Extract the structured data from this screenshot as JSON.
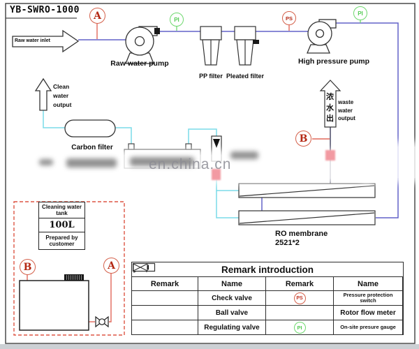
{
  "title": "YB-SWRO-1000",
  "watermark": "en.china.cn",
  "colors": {
    "pipe_blue": "#6262c8",
    "pipe_cyan": "#7adce8",
    "circuit_red": "#e0685a",
    "marker_red": "#c03020",
    "marker_green": "#55cc55",
    "valve_pink": "#f29aa2",
    "concentrate_line": "#3c3c5a"
  },
  "markers": {
    "a": "A",
    "b": "B",
    "ps": "PS",
    "pi": "PI"
  },
  "components": {
    "raw_water_inlet": "Raw water inlet",
    "raw_water_pump": "Raw water pump",
    "pp_filter": "PP filter",
    "pleated_filter": "Pleated filter",
    "high_pressure_pump": "High pressure pump",
    "carbon_filter": "Carbon filter",
    "ro_membrane_name": "RO membrane",
    "ro_membrane_spec": "2521*2"
  },
  "clean_water_output": {
    "line1": "Clean",
    "line2": "water",
    "line3": "output"
  },
  "waste_water_output": {
    "chinese": "浓水出",
    "line1": "waste",
    "line2": "water",
    "line3": "output"
  },
  "cleaning_section": {
    "tank_info": {
      "row1": "Cleaning water tank",
      "row2": "100L",
      "row3": "Prepared by customer"
    }
  },
  "remark_table": {
    "title": "Remark introduction",
    "headers": [
      "Remark",
      "Name",
      "Remark",
      "Name"
    ],
    "rows": [
      {
        "symbol1": "check-valve-icon",
        "name1": "Check valve",
        "symbol2": "pressure-switch-icon",
        "name2": "Pressure protection switch"
      },
      {
        "symbol1": "ball-valve-icon",
        "name1": "Ball valve",
        "symbol2": "rotor-flow-meter-icon",
        "name2": "Rotor flow meter"
      },
      {
        "symbol1": "regulating-valve-icon",
        "name1": "Regulating valve",
        "symbol2": "pressure-gauge-icon",
        "name2": "On-site presure gauge"
      }
    ]
  }
}
